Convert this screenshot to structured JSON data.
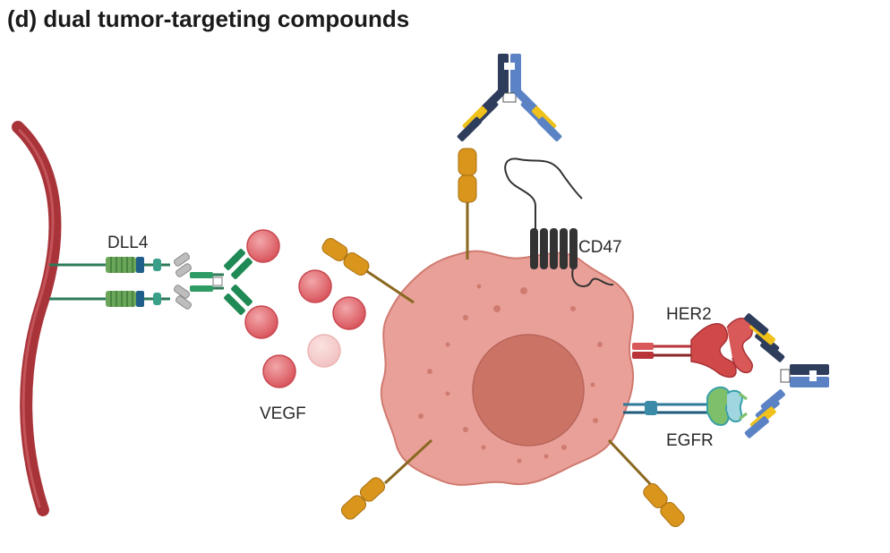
{
  "title": "(d) dual tumor-targeting compounds",
  "labels": {
    "dll4": "DLL4",
    "vegf": "VEGF",
    "cd47": "CD47",
    "her2": "HER2",
    "egfr": "EGFR"
  },
  "colors": {
    "vessel": "#b73a3e",
    "cell": "#e9a098",
    "nucleus": "#c97366",
    "receptor_gold": "#d9951c",
    "vegf": "#e06d74",
    "dll4_green": "#5b9a4a",
    "antibody_navy": "#2f3d5c",
    "antibody_blue": "#5b82c4",
    "antibody_yellow": "#f0c11a",
    "her2": "#c84040",
    "egfr": "#3aa0a8"
  }
}
